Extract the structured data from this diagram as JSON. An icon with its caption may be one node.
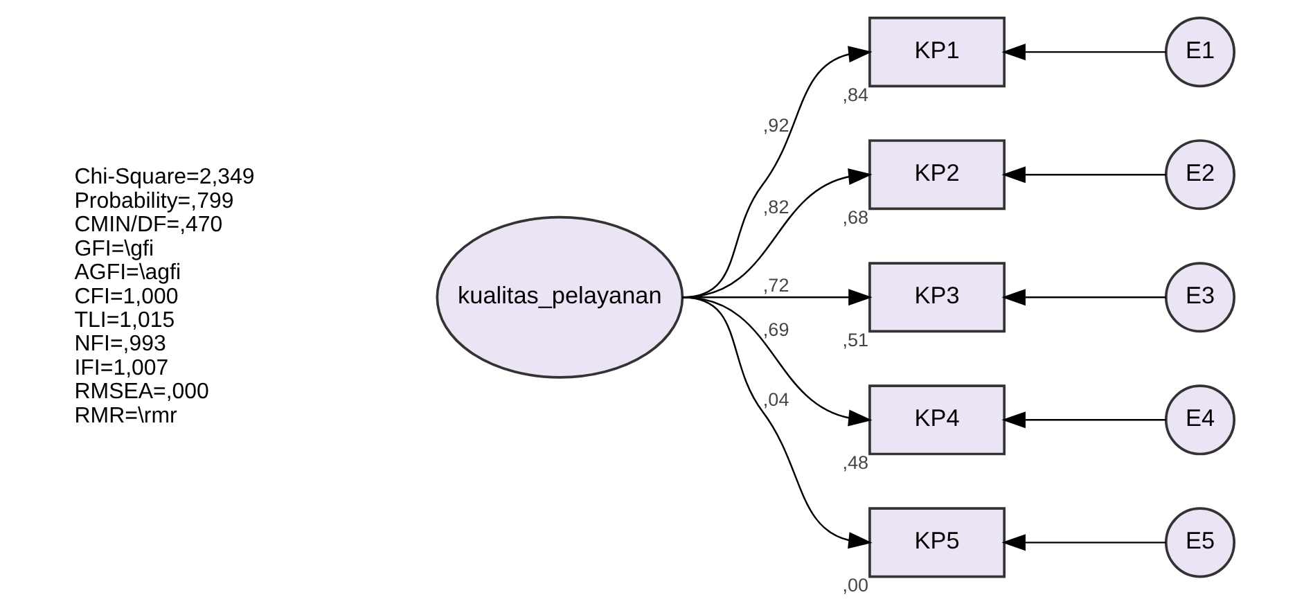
{
  "diagram": {
    "nodes": [
      {
        "text": [
          "kualitas_pelayanan"
        ]
      },
      {
        "text": [
          "KP1"
        ],
        "beside": [
          ",84"
        ]
      },
      {
        "text": [
          "KP2"
        ],
        "beside": [
          ",68"
        ]
      },
      {
        "text": [
          "KP3"
        ],
        "beside": [
          ",51"
        ]
      },
      {
        "text": [
          "KP4"
        ],
        "beside": [
          ",48"
        ]
      },
      {
        "text": [
          "KP5"
        ],
        "beside": [
          ",00"
        ]
      },
      {
        "text": [
          "E1"
        ]
      },
      {
        "text": [
          "E2"
        ]
      },
      {
        "text": [
          "E3"
        ]
      },
      {
        "text": [
          "E4"
        ]
      },
      {
        "text": [
          "E5"
        ]
      }
    ],
    "edges": [
      {
        "from": 0,
        "to": 1,
        "arrow": "to",
        "label": ",92"
      },
      {
        "from": 0,
        "to": 2,
        "arrow": "to",
        "label": ",82"
      },
      {
        "from": 0,
        "to": 3,
        "arrow": "to",
        "label": ",72"
      },
      {
        "from": 0,
        "to": 4,
        "arrow": "to",
        "label": ",69"
      },
      {
        "from": 0,
        "to": 5,
        "arrow": "to",
        "label": ",04"
      },
      {
        "from": 6,
        "to": 1,
        "arrow": "to"
      },
      {
        "from": 7,
        "to": 2,
        "arrow": "to"
      },
      {
        "from": 8,
        "to": 3,
        "arrow": "to"
      },
      {
        "from": 9,
        "to": 4,
        "arrow": "to"
      },
      {
        "from": 10,
        "to": 5,
        "arrow": "to"
      }
    ],
    "labels": [
      "Chi-Square=2,349",
      "Probability=,799",
      "CMIN/DF=,470",
      "GFI=\\gfi",
      "AGFI=\\agfi",
      "CFI=1,000",
      "TLI=1,015",
      "NFI=,993",
      "IFI=1,007",
      "RMSEA=,000",
      "RMR=\\rmr"
    ]
  }
}
